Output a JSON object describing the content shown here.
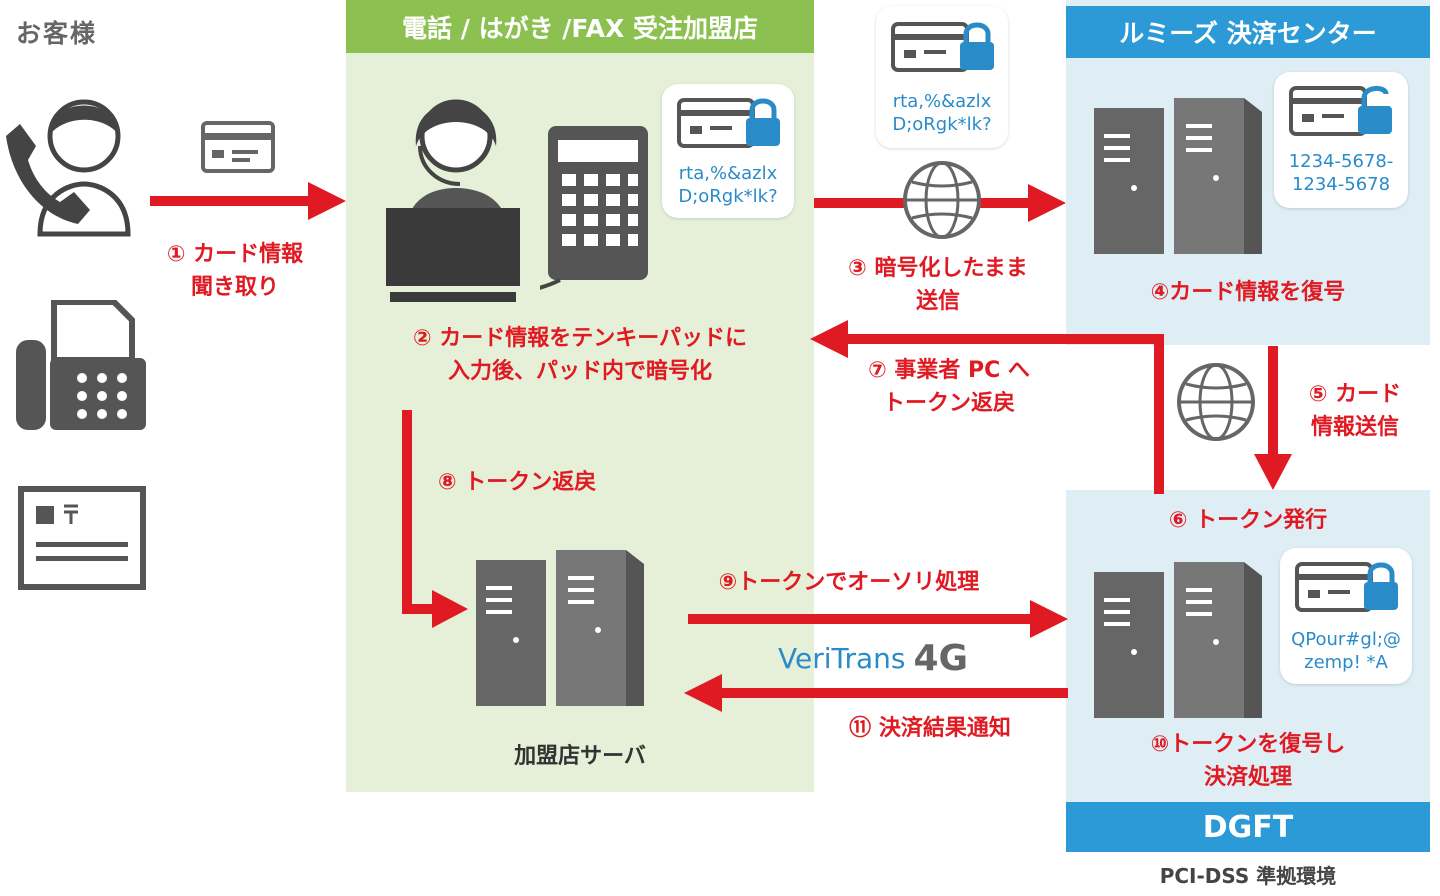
{
  "customer": {
    "label": "お客様"
  },
  "merchant": {
    "header": "電話 / はがき /FAX 受注加盟店",
    "server_label": "加盟店サーバ"
  },
  "lumiiz": {
    "header": "ルミーズ 決済センター"
  },
  "dgft": {
    "label": "DGFT",
    "footer": "PCI-DSS 準拠環境"
  },
  "cipher": {
    "pad": "rta,%&azlx\nD;oRgk*lk?",
    "transit": "rta,%&azlx\nD;oRgk*lk?",
    "decrypted": "1234-5678-\n1234-5678",
    "token": "QPour#gl;@\nzemp! *A"
  },
  "steps": {
    "s1": "① カード情報\n聞き取り",
    "s2": "② カード情報をテンキーパッドに\n入力後、パッド内で暗号化",
    "s3": "③ 暗号化したまま\n送信",
    "s4": "④カード情報を復号",
    "s5": "⑤ カード\n情報送信",
    "s6": "⑥ トークン発行",
    "s7": "⑦ 事業者 PC へ\nトークン返戻",
    "s8": "⑧ トークン返戻",
    "s9": "⑨トークンでオーソリ処理",
    "s10": "⑩トークンを復号し\n決済処理",
    "s11": "⑪ 決済結果通知"
  },
  "logo": {
    "veritrans": "VeriTrans",
    "fourg": "4G"
  },
  "colors": {
    "accent_red": "#e01a22",
    "green": "#8cc152",
    "blue": "#2b9ad6",
    "cipher_blue": "#2a8bc9"
  }
}
